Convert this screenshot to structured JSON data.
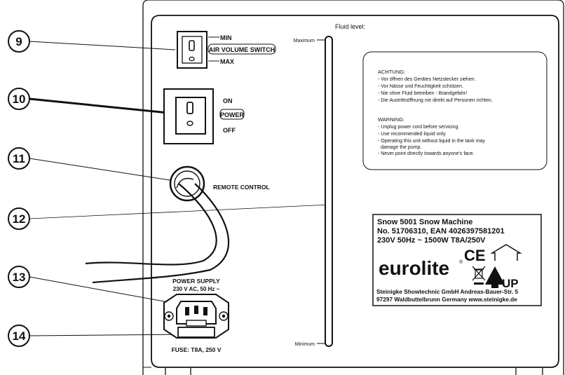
{
  "callouts": [
    "9",
    "10",
    "11",
    "12",
    "13",
    "14"
  ],
  "air_switch": {
    "min_label": "MIN",
    "title": "AIR VOLUME SWITCH",
    "max_label": "MAX"
  },
  "power_switch": {
    "on_label": "ON",
    "title": "POWER",
    "off_label": "OFF"
  },
  "remote": {
    "label": "REMOTE CONTROL"
  },
  "fluid": {
    "title": "Fluid level:",
    "max_label": "Maximum",
    "min_label": "Minimum"
  },
  "warning_panel": {
    "de_heading": "ACHTUNG:",
    "de_lines": [
      "- Vor öffnen des Gerätes Netzstecker ziehen.",
      "- Vor Nässe und Feuchtigkeit schützen.",
      "- Nie ohne Fluid betreiben - Brandgefahr!",
      "- Die Austrittsöffnung nie direkt auf Personen richten."
    ],
    "en_heading": "WARNING:",
    "en_lines": [
      "- Unplug power cord before servicing.",
      "- Use recommended liquid only.",
      "- Operating this unit without liquid in the tank may",
      "  damage the pump.",
      "- Never point directly towards anyone's face."
    ]
  },
  "rating_label": {
    "line1": "Snow 5001 Snow Machine",
    "line2": "No. 51706310,   EAN 4026397581201",
    "line3": "230V 50Hz ~      1500W   T8A/250V",
    "brand": "eurolite",
    "registered": "®",
    "ce_mark": "CE",
    "up_label": "UP",
    "company1": "Steinigke Showtechnic GmbH Andreas-Bauer-Str. 5",
    "company2": "97297 Waldbuttelbrunn Germany www.steinigke.de"
  },
  "power_supply": {
    "title": "POWER SUPPLY",
    "spec": "230 V AC, 50 Hz ~"
  },
  "fuse": {
    "label": "FUSE: T8A, 250 V"
  },
  "icons": [
    "house-icon",
    "crossed-bin-icon",
    "up-arrow-icon",
    "ce-mark-icon"
  ]
}
